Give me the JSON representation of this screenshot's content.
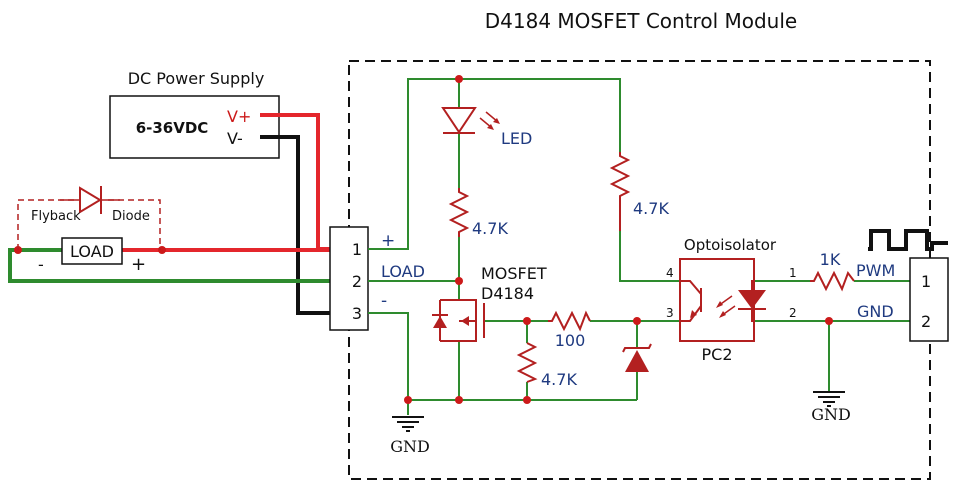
{
  "title": "D4184 MOSFET Control Module",
  "colors": {
    "wire_green": "#2e8b2e",
    "wire_red": "#e4262c",
    "wire_black": "#111111",
    "component": "#b32020",
    "label_blue": "#1f3a80",
    "node": "#cc1a1a"
  },
  "power_supply": {
    "title": "DC Power Supply",
    "voltage": "6-36VDC",
    "pos_label": "V+",
    "neg_label": "V-"
  },
  "flyback": {
    "left": "Flyback",
    "right": "Diode"
  },
  "load": {
    "label": "LOAD",
    "minus": "-",
    "plus": "+"
  },
  "left_terminal": {
    "pins": [
      "1",
      "2",
      "3"
    ],
    "pin_labels": [
      "+",
      "LOAD",
      "-"
    ]
  },
  "led_label": "LED",
  "resistors": {
    "r_led": "4.7K",
    "r_opto": "4.7K",
    "r_gate": "100",
    "r_pulldown": "4.7K",
    "r_input": "1K"
  },
  "mosfet": {
    "label": "MOSFET",
    "part": "D4184"
  },
  "opto": {
    "title": "Optoisolator",
    "part": "PC2",
    "pins": [
      "4",
      "3",
      "1",
      "2"
    ]
  },
  "right_terminal": {
    "pins": [
      "1",
      "2"
    ],
    "pin_labels": [
      "PWM",
      "GND"
    ]
  },
  "ground_label": "GND"
}
